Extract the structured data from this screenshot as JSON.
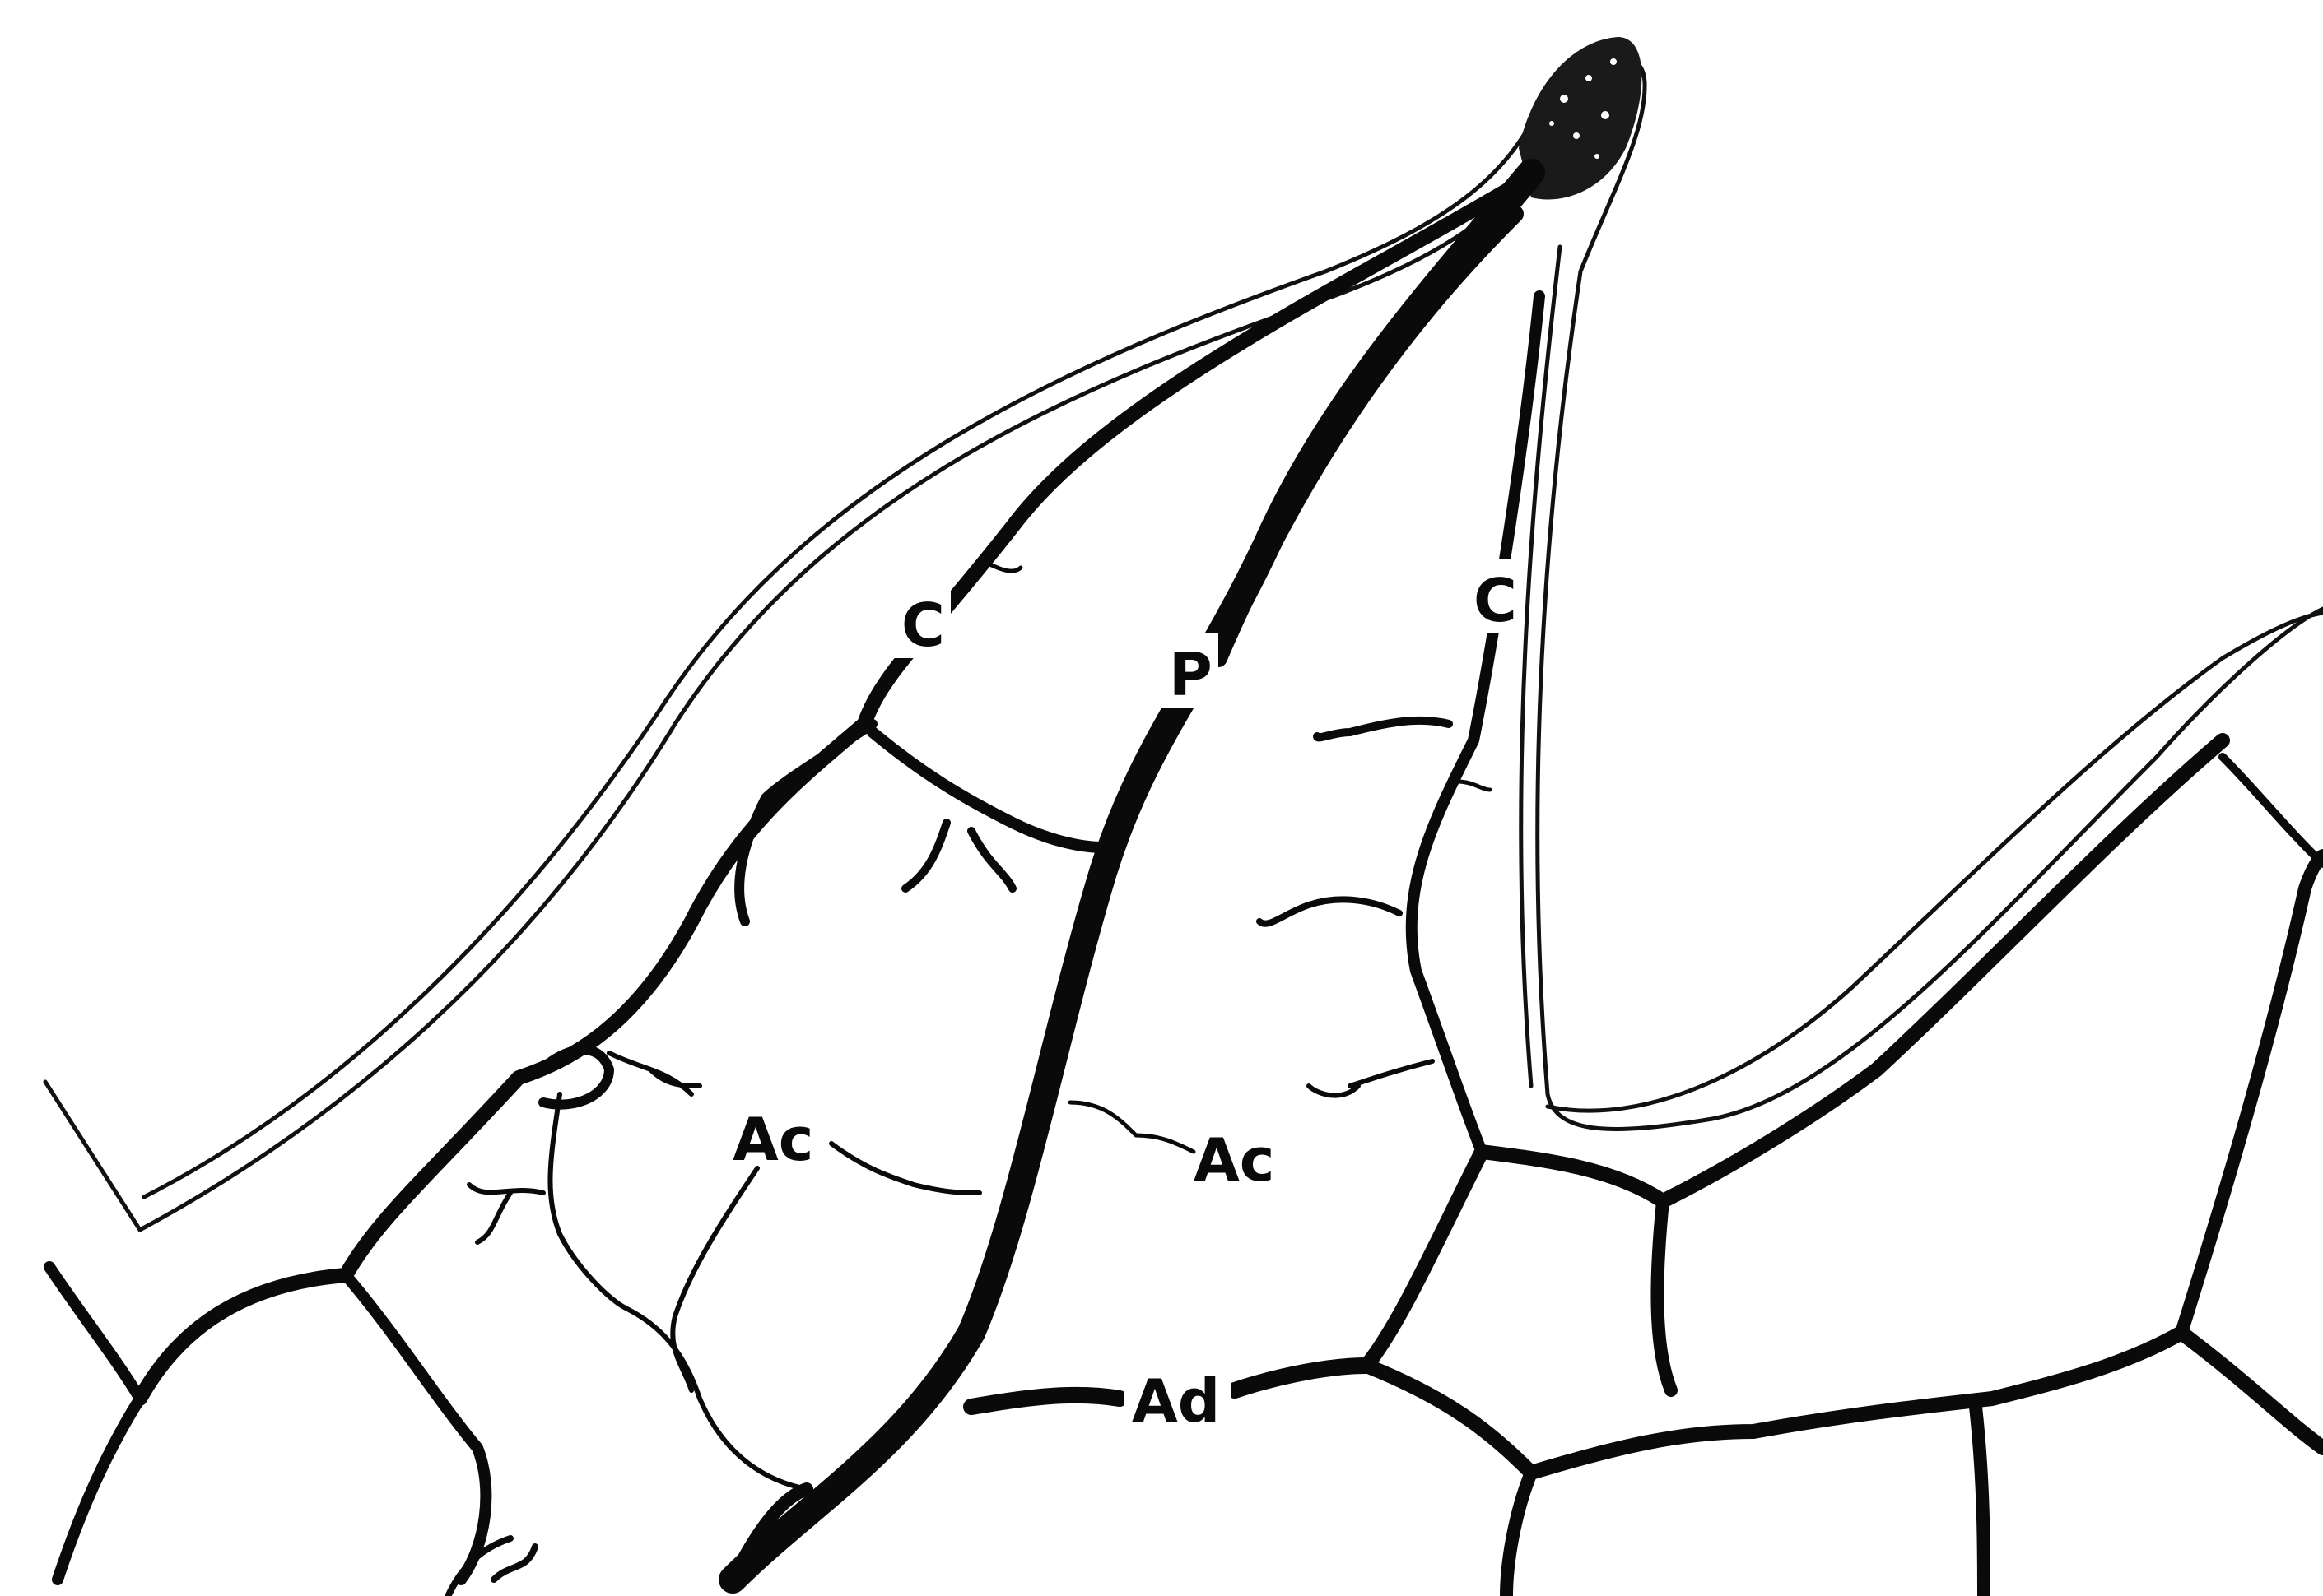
{
  "diagram": {
    "labels": {
      "c_left": "C",
      "p": "P",
      "c_right": "C",
      "ac_left": "Ac",
      "ac_right": "Ac",
      "ad": "Ad"
    },
    "colors": {
      "ink": "#0a0a0a",
      "paper": "#ffffff"
    }
  }
}
